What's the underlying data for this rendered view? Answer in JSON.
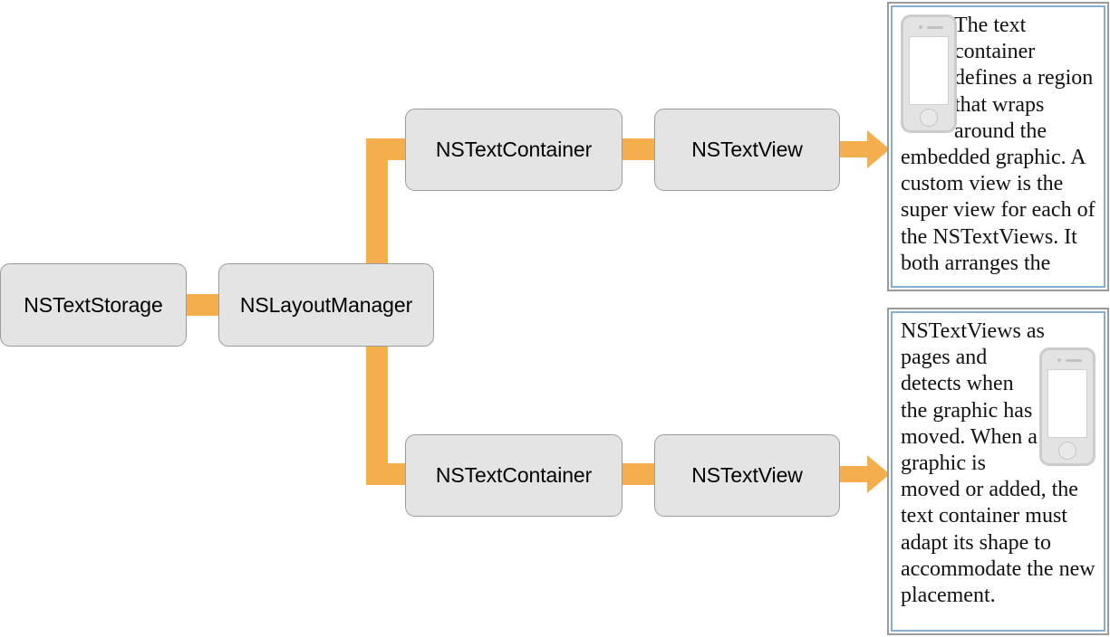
{
  "diagram": {
    "nodes": [
      {
        "id": "storage",
        "label": "NSTextStorage"
      },
      {
        "id": "layout",
        "label": "NSLayoutManager"
      },
      {
        "id": "container-top",
        "label": "NSTextContainer"
      },
      {
        "id": "view-top",
        "label": "NSTextView"
      },
      {
        "id": "container-bot",
        "label": "NSTextContainer"
      },
      {
        "id": "view-bot",
        "label": "NSTextView"
      }
    ],
    "colors": {
      "connector": "#f5ae4c",
      "node_fill": "#e4e4e4",
      "node_border": "#9b9b9b",
      "panel_outer_border": "#9a9a9a",
      "panel_inner_border": "#86aecd",
      "background": "#ffffff"
    }
  },
  "panels": [
    {
      "id": "panel-top",
      "icon": "phone-icon",
      "icon_position": "left",
      "text": "The text container defines a region that wraps around the embedded graphic. A custom view is the super view for each of the NSTextViews. It both arranges the"
    },
    {
      "id": "panel-bot",
      "icon": "phone-icon",
      "icon_position": "right",
      "text": "NSTextViews as pages and detects when the graphic has moved. When a graphic is moved or added, the text container must adapt its shape to accommodate the new placement."
    }
  ]
}
